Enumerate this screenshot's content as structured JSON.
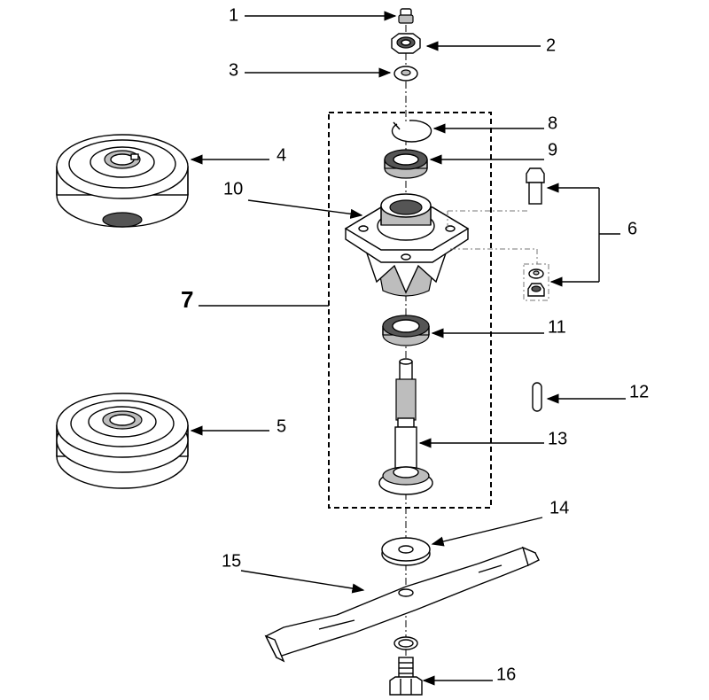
{
  "callouts": {
    "c1": "1",
    "c2": "2",
    "c3": "3",
    "c4": "4",
    "c5": "5",
    "c6": "6",
    "c7": "7",
    "c8": "8",
    "c9": "9",
    "c10": "10",
    "c11": "11",
    "c12": "12",
    "c13": "13",
    "c14": "14",
    "c15": "15",
    "c16": "16"
  },
  "parts": [
    {
      "number": "1",
      "name": "grease-fitting"
    },
    {
      "number": "2",
      "name": "lock-nut"
    },
    {
      "number": "3",
      "name": "washer"
    },
    {
      "number": "4",
      "name": "pulley"
    },
    {
      "number": "5",
      "name": "double-pulley"
    },
    {
      "number": "6",
      "name": "bolt-kit"
    },
    {
      "number": "7",
      "name": "spindle-assembly"
    },
    {
      "number": "8",
      "name": "snap-ring"
    },
    {
      "number": "9",
      "name": "bearing"
    },
    {
      "number": "10",
      "name": "spindle-housing"
    },
    {
      "number": "11",
      "name": "bearing"
    },
    {
      "number": "12",
      "name": "pin"
    },
    {
      "number": "13",
      "name": "spindle-shaft"
    },
    {
      "number": "14",
      "name": "blade-washer"
    },
    {
      "number": "15",
      "name": "mower-blade"
    },
    {
      "number": "16",
      "name": "blade-bolt"
    }
  ],
  "colors": {
    "line": "#000000",
    "background": "#ffffff"
  }
}
